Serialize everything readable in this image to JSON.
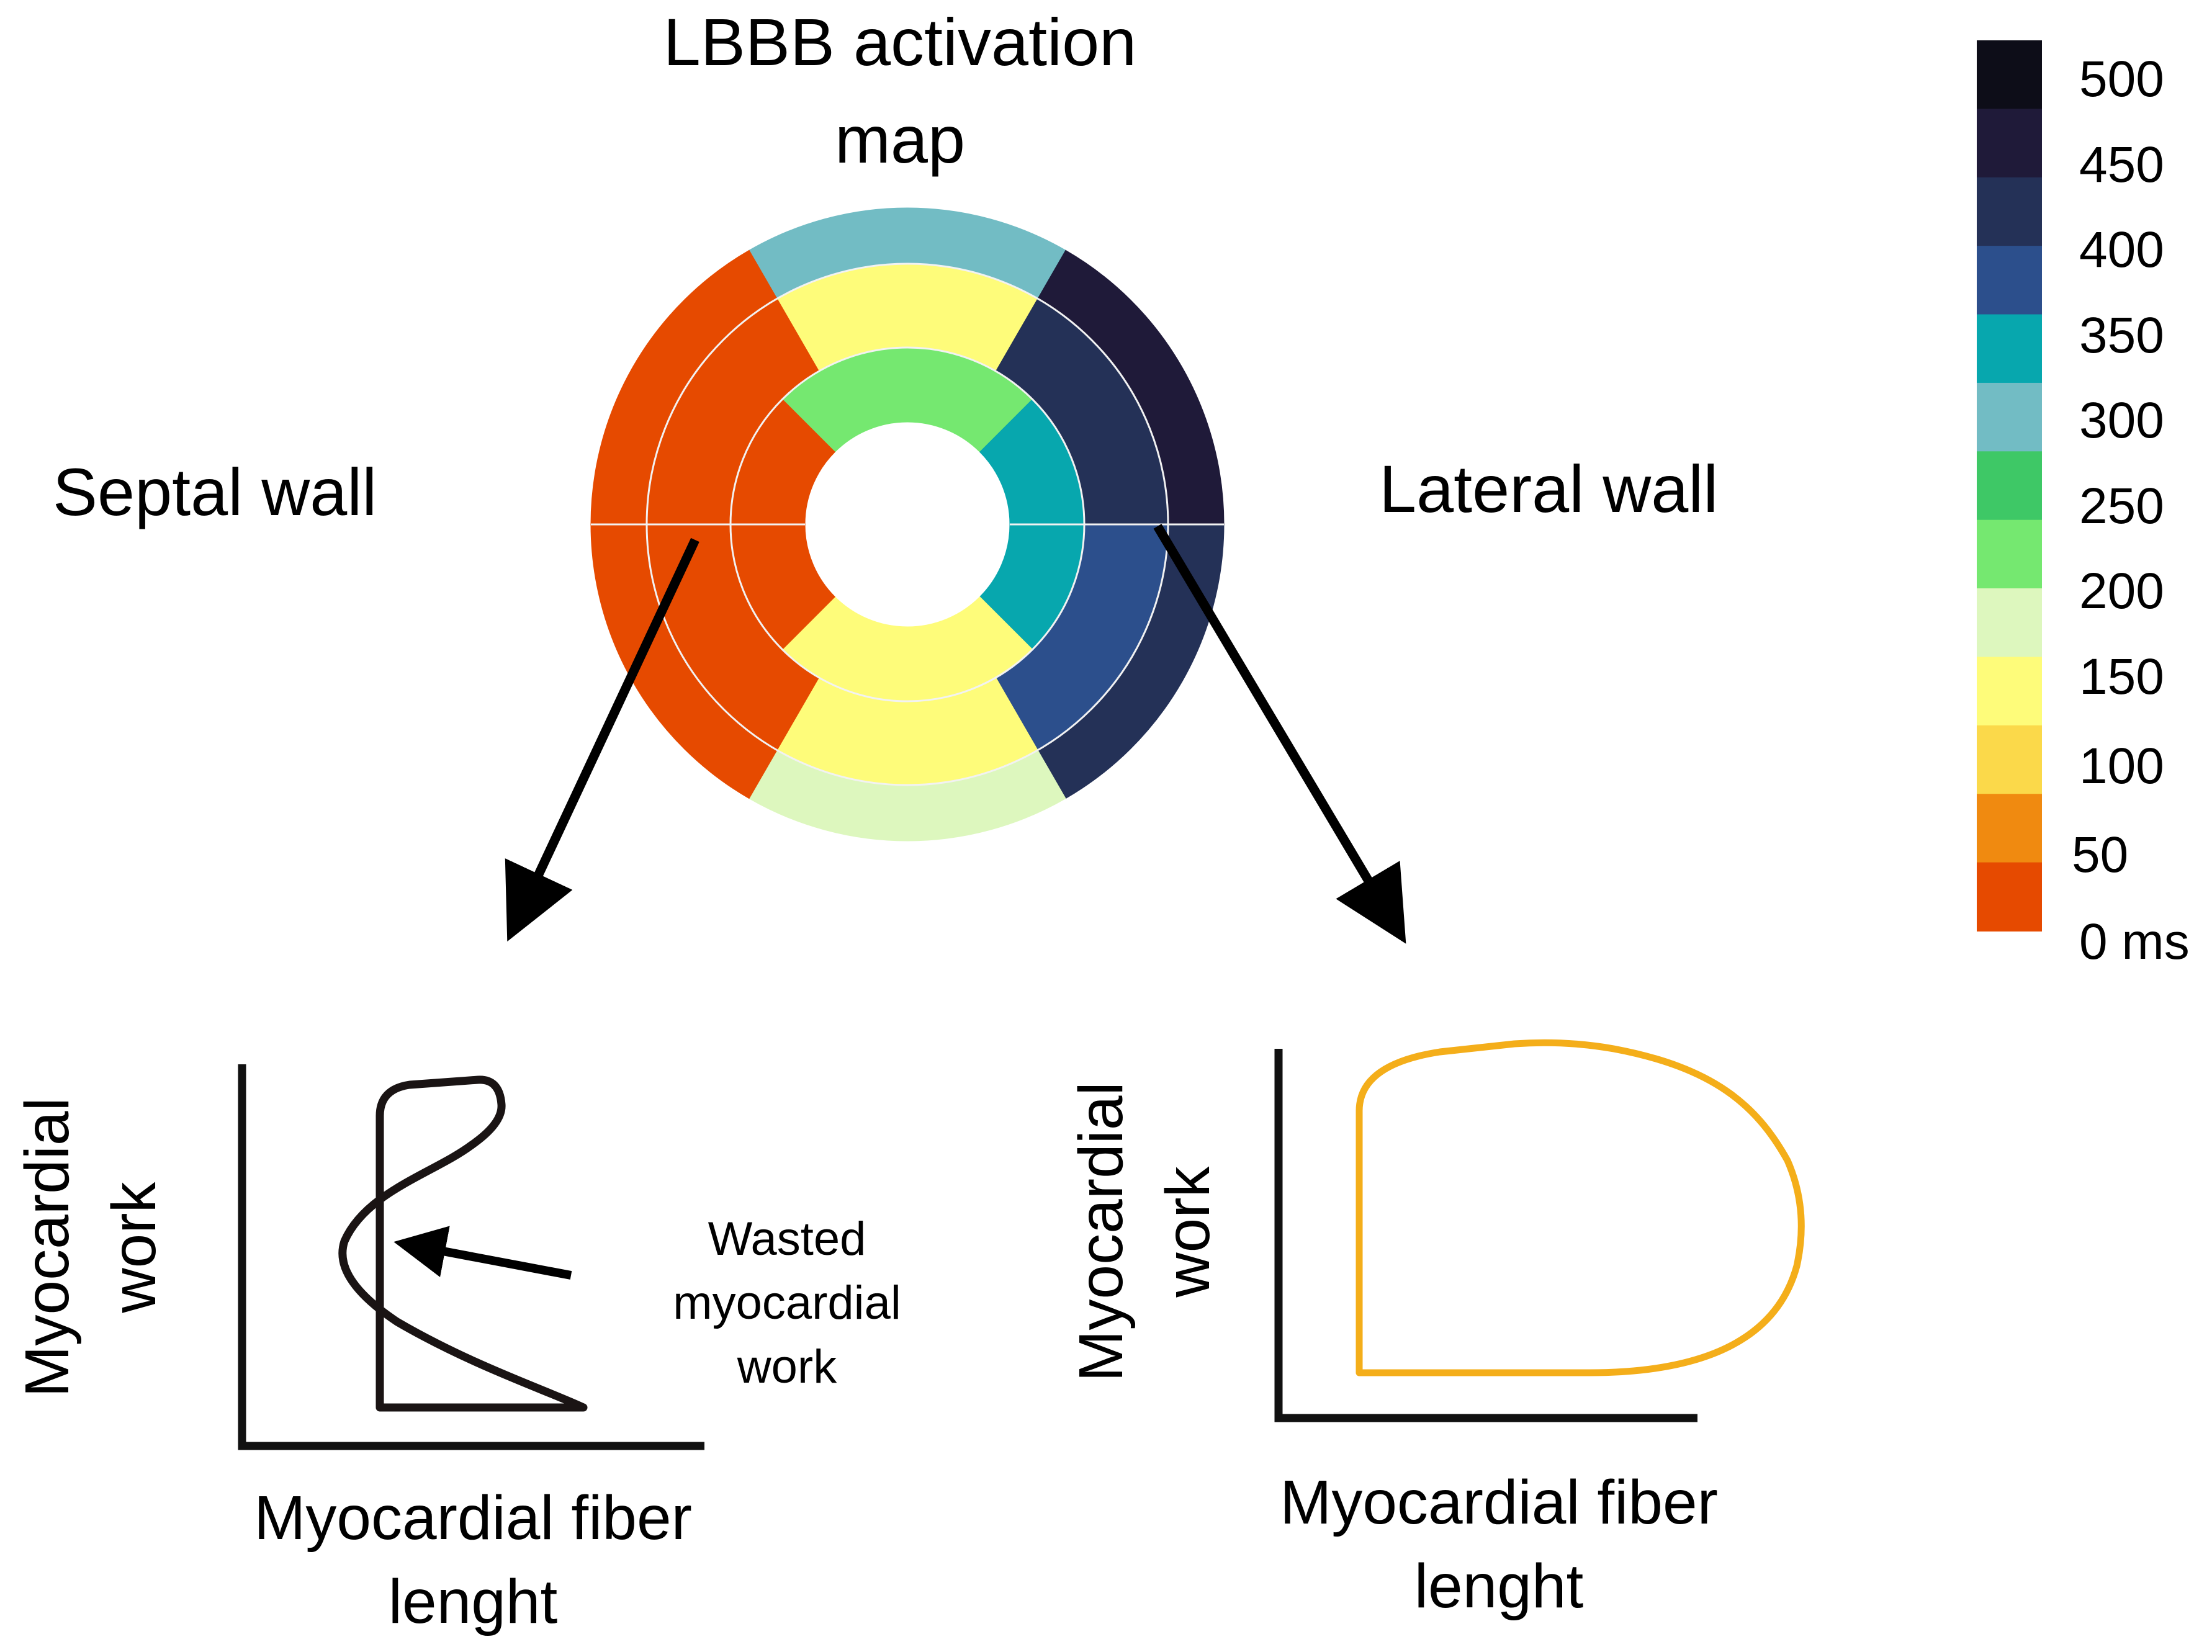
{
  "title": {
    "line1": "LBBB activation",
    "line2": "map"
  },
  "wall_labels": {
    "septal": "Septal wall",
    "lateral": "Lateral wall"
  },
  "colorbar": {
    "colors": [
      "#e64a00",
      "#f08a10",
      "#fbd94a",
      "#fefc7a",
      "#ddf7be",
      "#75e870",
      "#3ec866",
      "#72bcc4",
      "#07a7ae",
      "#2c4f8c",
      "#243157",
      "#1f1a39",
      "#0d0d18"
    ],
    "tick_labels": [
      "500",
      "450",
      "400",
      "350",
      "300",
      "250",
      "200",
      "150",
      "100",
      "50",
      "0 ms"
    ]
  },
  "bullseye": {
    "segments": [
      {
        "ring": "outer",
        "sector": "anterior",
        "color": "#72bcc4"
      },
      {
        "ring": "outer",
        "sector": "anterolateral",
        "color": "#1f1a39"
      },
      {
        "ring": "outer",
        "sector": "inferolateral",
        "color": "#243157"
      },
      {
        "ring": "outer",
        "sector": "inferior",
        "color": "#ddf7be"
      },
      {
        "ring": "outer",
        "sector": "inferoseptal",
        "color": "#e64a00"
      },
      {
        "ring": "outer",
        "sector": "anteroseptal",
        "color": "#e64a00"
      },
      {
        "ring": "mid",
        "sector": "anterior",
        "color": "#fefc7a"
      },
      {
        "ring": "mid",
        "sector": "anterolateral",
        "color": "#243157"
      },
      {
        "ring": "mid",
        "sector": "inferolateral",
        "color": "#2c4f8c"
      },
      {
        "ring": "mid",
        "sector": "inferior",
        "color": "#fefc7a"
      },
      {
        "ring": "mid",
        "sector": "inferoseptal",
        "color": "#e64a00"
      },
      {
        "ring": "mid",
        "sector": "anteroseptal",
        "color": "#e64a00"
      },
      {
        "ring": "apical",
        "sector": "anterior",
        "color": "#75e870"
      },
      {
        "ring": "apical",
        "sector": "lateral",
        "color": "#07a7ae"
      },
      {
        "ring": "apical",
        "sector": "inferior",
        "color": "#fefc7a"
      },
      {
        "ring": "apical",
        "sector": "septal",
        "color": "#e64a00"
      }
    ]
  },
  "left_plot": {
    "ylabel_line1": "Myocardial",
    "ylabel_line2": "work",
    "xlabel_line1": "Myocardial fiber",
    "xlabel_line2": "lenght",
    "annotation": [
      "Wasted",
      "myocardial",
      "work"
    ],
    "loop_color": "#1a1414"
  },
  "right_plot": {
    "ylabel_line1": "Myocardial",
    "ylabel_line2": "work",
    "xlabel_line1": "Myocardial fiber",
    "xlabel_line2": "lenght",
    "loop_color": "#f4ae1a"
  }
}
